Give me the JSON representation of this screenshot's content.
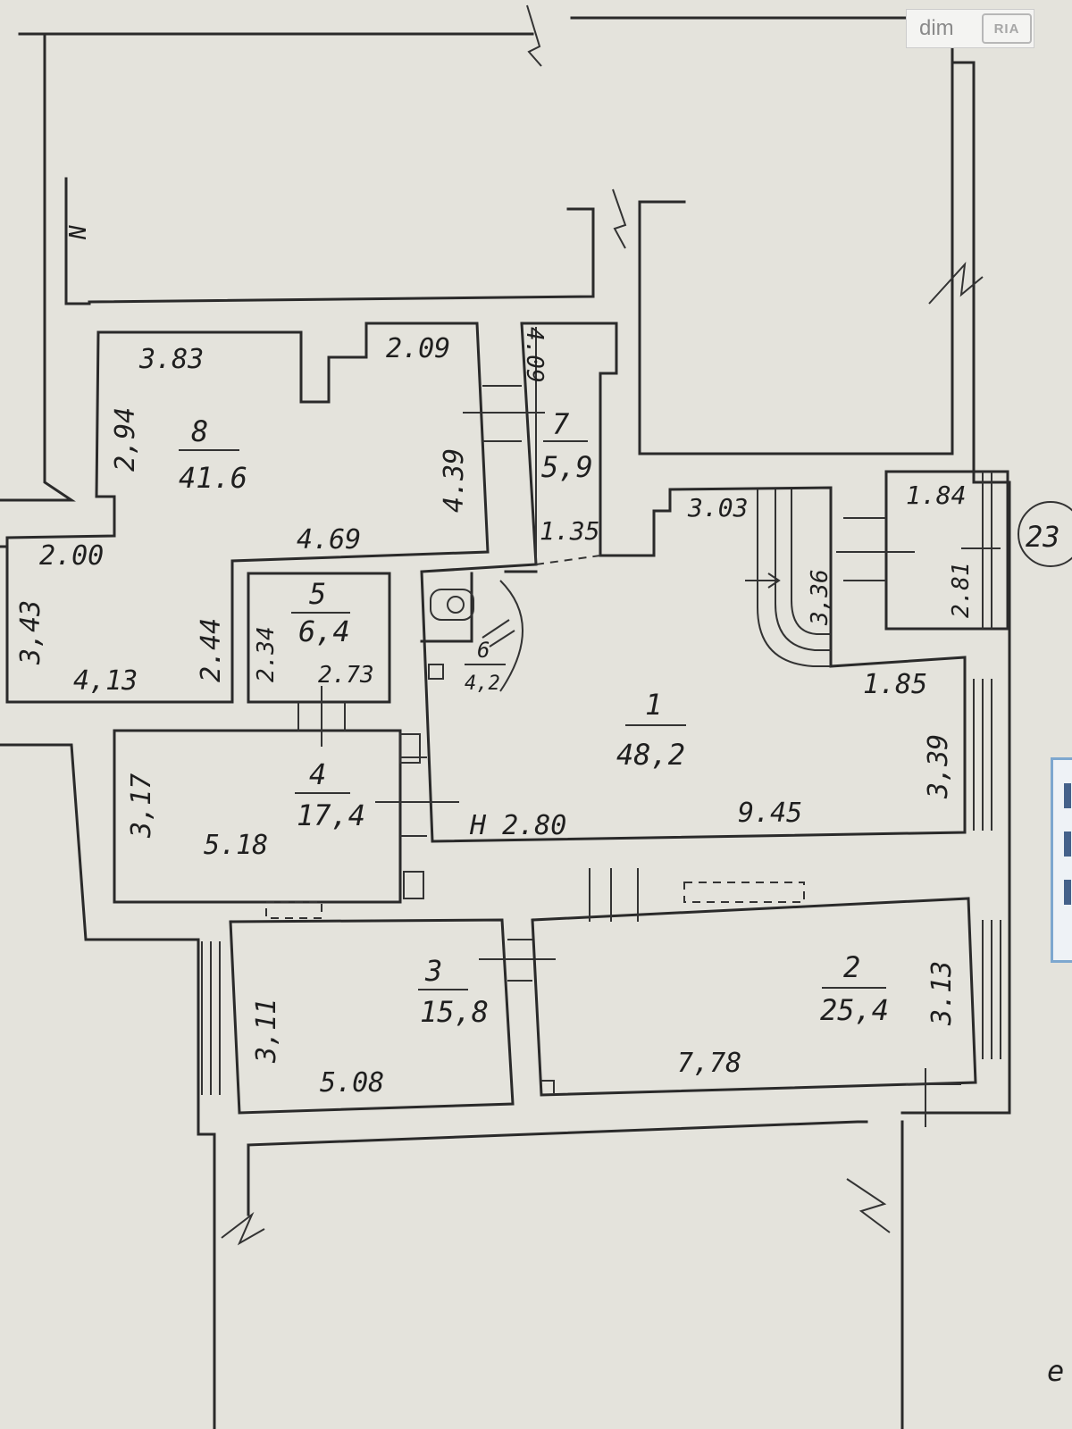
{
  "plan": {
    "rooms": [
      {
        "id": "1",
        "area": "48,2"
      },
      {
        "id": "2",
        "area": "25,4"
      },
      {
        "id": "3",
        "area": "15,8"
      },
      {
        "id": "4",
        "area": "17,4"
      },
      {
        "id": "5",
        "area": "6,4"
      },
      {
        "id": "6",
        "area": "4,2"
      },
      {
        "id": "7",
        "area": "5,9"
      },
      {
        "id": "8",
        "area": "41.6"
      }
    ],
    "dimensions": {
      "r8_top": "3.83",
      "r8_top_right": "2.09",
      "r8_left": "2,94",
      "r8_right": "4.39",
      "r8_bottom": "4.69",
      "r8_low_top": "2.00",
      "r8_low_left": "3,43",
      "r8_low_bottom": "4,13",
      "r8_low_right": "2.44",
      "r5_left": "2.34",
      "r5_bottom": "2.73",
      "r7_side": "4.09",
      "r7_bottom": "1.35",
      "stair_top": "3.03",
      "stair_side": "3,36",
      "small_top": "1.84",
      "small_side": "2.81",
      "r1_right_top": "1.85",
      "r1_right": "3,39",
      "r1_bottom": "9.45",
      "height": "H 2.80",
      "r4_left": "3,17",
      "r4_bottom": "5.18",
      "r3_left": "3,11",
      "r3_bottom": "5.08",
      "r2_right": "3.13",
      "r2_bottom": "7,78"
    },
    "north_mark": "N",
    "building_number": "23",
    "edge_letter": "e"
  },
  "watermark": {
    "brand": "dim",
    "brand2": "RIA"
  }
}
